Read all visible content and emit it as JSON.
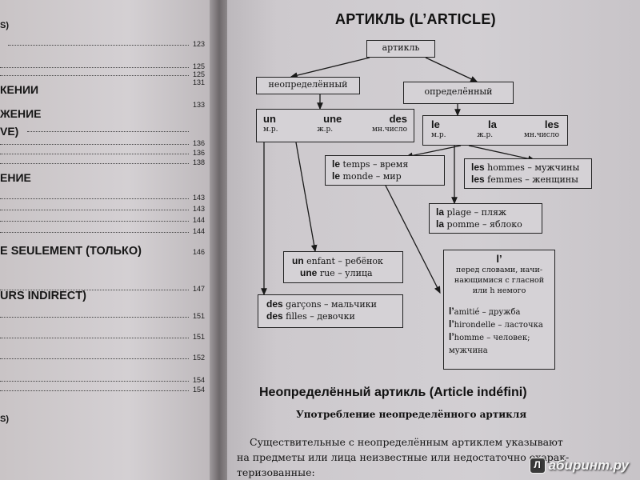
{
  "toc": {
    "lines": [
      {
        "text": "S)",
        "page": "123"
      },
      {
        "text": "",
        "page": "125"
      },
      {
        "text": "",
        "page": "125"
      },
      {
        "text": "КЕНИИ",
        "page": "131"
      },
      {
        "text": "ЖЕНИЕ",
        "page": ""
      },
      {
        "text": "VE)",
        "page": "133"
      },
      {
        "text": "",
        "page": "136"
      },
      {
        "text": "",
        "page": "136"
      },
      {
        "text": "",
        "page": "138"
      },
      {
        "text": "ЕНИЕ",
        "page": ""
      },
      {
        "text": "",
        "page": "143"
      },
      {
        "text": "",
        "page": "143"
      },
      {
        "text": "",
        "page": "144"
      },
      {
        "text": "",
        "page": "144"
      },
      {
        "text": "E SEULEMENT (ТОЛЬКО)",
        "page": "146"
      },
      {
        "text": "",
        "page": "147"
      },
      {
        "text": "URS INDIRECT)",
        "page": ""
      },
      {
        "text": "",
        "page": "151"
      },
      {
        "text": "",
        "page": "151"
      },
      {
        "text": "",
        "page": "152"
      },
      {
        "text": "",
        "page": "154"
      },
      {
        "text": "",
        "page": "154"
      },
      {
        "text": "S)",
        "page": ""
      }
    ]
  },
  "page": {
    "title": "АРТИКЛЬ (L’ARTICLE)"
  },
  "diagram": {
    "root": "артикль",
    "indefinite": {
      "label": "неопределённый",
      "articles": [
        "un",
        "une",
        "des"
      ],
      "genders": [
        "м.р.",
        "ж.р.",
        "мн.число"
      ]
    },
    "definite": {
      "label": "определённый",
      "articles": [
        "le",
        "la",
        "les"
      ],
      "genders": [
        "м.р.",
        "ж.р.",
        "мн.число"
      ]
    },
    "ex_un_une": [
      {
        "fr": "un",
        "word": " enfant – ребёнок"
      },
      {
        "fr": "une",
        "word": " rue – улица"
      }
    ],
    "ex_des": [
      {
        "fr": "des",
        "word": " garçons – мальчики"
      },
      {
        "fr": "des",
        "word": " filles – девочки"
      }
    ],
    "ex_le": [
      {
        "fr": "le",
        "word": " temps – время"
      },
      {
        "fr": "le",
        "word": " monde – мир"
      }
    ],
    "ex_les": [
      {
        "fr": "les",
        "word": " hommes – мужчины"
      },
      {
        "fr": "les",
        "word": " femmes – женщины"
      }
    ],
    "ex_la": [
      {
        "fr": "la",
        "word": " plage – пляж"
      },
      {
        "fr": "la",
        "word": " pomme – яблоко"
      }
    ],
    "elision": {
      "head": "l’",
      "rule": [
        "перед словами, начи-",
        "нающимися с гласной",
        "или h немого"
      ],
      "examples": [
        {
          "fr": "l’",
          "word": "amitié – дружба"
        },
        {
          "fr": "l’",
          "word": "hirondelle – ласточка"
        },
        {
          "fr": "l’",
          "word": "homme – человек;"
        },
        {
          "fr": "",
          "word": "мужчина"
        }
      ]
    }
  },
  "section": {
    "title": "Неопределённый артикль (Article indéfini)",
    "subtitle": "Употребление неопределённого артикля",
    "lines": [
      "Существительные с неопределённым артиклем указывают",
      "на предметы или лица неизвестные или недостаточно охарак-",
      "теризованные:"
    ]
  },
  "watermark": {
    "icon": "Л",
    "text": "абиринт.ру"
  },
  "colors": {
    "page": "#d2cfd3",
    "ink": "#141414"
  }
}
